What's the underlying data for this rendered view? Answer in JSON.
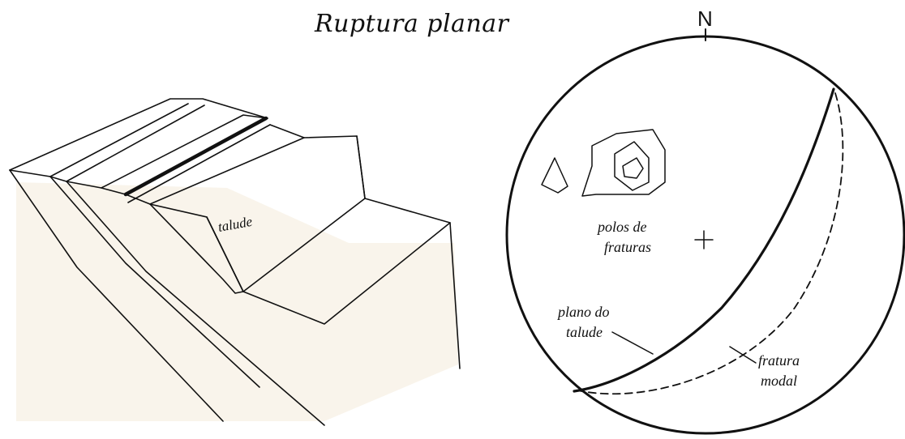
{
  "title": "Ruptura planar",
  "block": {
    "talude_label": "talude"
  },
  "stereonet": {
    "north_label": "N",
    "poles_label_line1": "polos de",
    "poles_label_line2": "fraturas",
    "slope_plane_label_line1": "plano do",
    "slope_plane_label_line2": "talude",
    "modal_fracture_label_line1": "fratura",
    "modal_fracture_label_line2": "modal"
  }
}
